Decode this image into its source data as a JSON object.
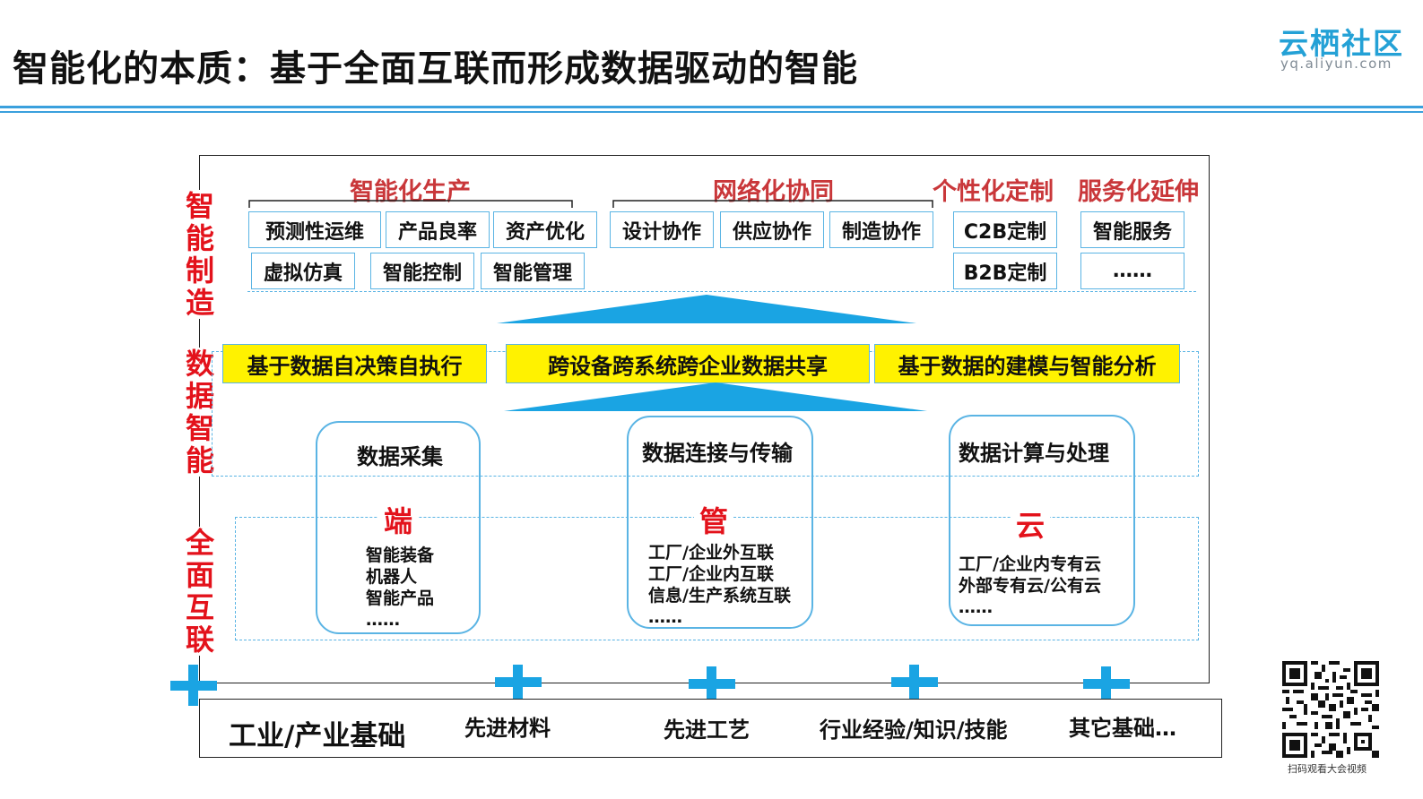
{
  "title": "智能化的本质：基于全面互联而形成数据驱动的智能",
  "logo": {
    "main": "云栖社区",
    "sub": "yq.aliyun.com"
  },
  "layers": {
    "top": "智能制造",
    "middle": "数据智能",
    "bottom": "全面互联"
  },
  "categories": [
    {
      "label": "智能化生产",
      "boxes": [
        "预测性运维",
        "产品良率",
        "资产优化",
        "虚拟仿真",
        "智能控制",
        "智能管理"
      ]
    },
    {
      "label": "网络化协同",
      "boxes": [
        "设计协作",
        "供应协作",
        "制造协作"
      ]
    },
    {
      "label": "个性化定制",
      "boxes": [
        "C2B定制",
        "B2B定制"
      ]
    },
    {
      "label": "服务化延伸",
      "boxes": [
        "智能服务",
        "……"
      ]
    }
  ],
  "yellow_boxes": [
    "基于数据自决策自执行",
    "跨设备跨系统跨企业数据共享",
    "基于数据的建模与智能分析"
  ],
  "pillars": [
    {
      "title": "数据采集",
      "char": "端",
      "lines": [
        "智能装备",
        "机器人",
        "智能产品",
        "……"
      ]
    },
    {
      "title": "数据连接与传输",
      "char": "管",
      "lines": [
        "工厂/企业外互联",
        "工厂/企业内互联",
        "信息/生产系统互联",
        "……"
      ]
    },
    {
      "title": "数据计算与处理",
      "char": "云",
      "lines": [
        "工厂/企业内专有云",
        "外部专有云/公有云",
        "……"
      ]
    }
  ],
  "foundation": {
    "main": "工业/产业基础",
    "items": [
      "先进材料",
      "先进工艺",
      "行业经验/知识/技能",
      "其它基础…"
    ]
  },
  "qr_caption": "扫码观看大会视频",
  "colors": {
    "accent_blue": "#1aa4e3",
    "red": "#e3121b",
    "category_red": "#c9373a",
    "yellow": "#fff200"
  }
}
